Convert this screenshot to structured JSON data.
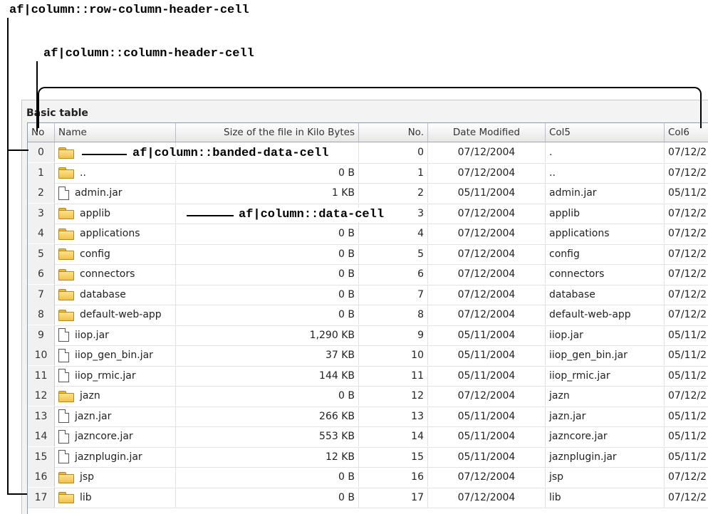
{
  "annotations": {
    "row_column_header_cell": "af|column::row-column-header-cell",
    "column_header_cell": "af|column::column-header-cell",
    "banded_data_cell": "af|column::banded-data-cell",
    "data_cell": "af|column::data-cell"
  },
  "table": {
    "title": "Basic table",
    "headers": [
      "No",
      "Name",
      "Size of the file in Kilo Bytes",
      "No.",
      "Date Modified",
      "Col5",
      "Col6"
    ],
    "rows": [
      {
        "no": "0",
        "name": "",
        "type": "folder",
        "size": "",
        "num": "0",
        "date": "07/12/2004",
        "col5": ".",
        "col6": "07/12/2"
      },
      {
        "no": "1",
        "name": "..",
        "type": "folder",
        "size": "0 B",
        "num": "1",
        "date": "07/12/2004",
        "col5": "..",
        "col6": "07/12/2"
      },
      {
        "no": "2",
        "name": "admin.jar",
        "type": "file",
        "size": "1 KB",
        "num": "2",
        "date": "05/11/2004",
        "col5": "admin.jar",
        "col6": "05/11/2"
      },
      {
        "no": "3",
        "name": "applib",
        "type": "folder",
        "size": "",
        "num": "3",
        "date": "07/12/2004",
        "col5": "applib",
        "col6": "07/12/2"
      },
      {
        "no": "4",
        "name": "applications",
        "type": "folder",
        "size": "0 B",
        "num": "4",
        "date": "07/12/2004",
        "col5": "applications",
        "col6": "07/12/2"
      },
      {
        "no": "5",
        "name": "config",
        "type": "folder",
        "size": "0 B",
        "num": "5",
        "date": "07/12/2004",
        "col5": "config",
        "col6": "07/12/2"
      },
      {
        "no": "6",
        "name": "connectors",
        "type": "folder",
        "size": "0 B",
        "num": "6",
        "date": "07/12/2004",
        "col5": "connectors",
        "col6": "07/12/2"
      },
      {
        "no": "7",
        "name": "database",
        "type": "folder",
        "size": "0 B",
        "num": "7",
        "date": "07/12/2004",
        "col5": "database",
        "col6": "07/12/2"
      },
      {
        "no": "8",
        "name": "default-web-app",
        "type": "folder",
        "size": "0 B",
        "num": "8",
        "date": "07/12/2004",
        "col5": "default-web-app",
        "col6": "07/12/2"
      },
      {
        "no": "9",
        "name": "iiop.jar",
        "type": "file",
        "size": "1,290 KB",
        "num": "9",
        "date": "05/11/2004",
        "col5": "iiop.jar",
        "col6": "05/11/2"
      },
      {
        "no": "10",
        "name": "iiop_gen_bin.jar",
        "type": "file",
        "size": "37 KB",
        "num": "10",
        "date": "05/11/2004",
        "col5": "iiop_gen_bin.jar",
        "col6": "05/11/2"
      },
      {
        "no": "11",
        "name": "iiop_rmic.jar",
        "type": "file",
        "size": "144 KB",
        "num": "11",
        "date": "05/11/2004",
        "col5": "iiop_rmic.jar",
        "col6": "05/11/2"
      },
      {
        "no": "12",
        "name": "jazn",
        "type": "folder",
        "size": "0 B",
        "num": "12",
        "date": "07/12/2004",
        "col5": "jazn",
        "col6": "07/12/2"
      },
      {
        "no": "13",
        "name": "jazn.jar",
        "type": "file",
        "size": "266 KB",
        "num": "13",
        "date": "05/11/2004",
        "col5": "jazn.jar",
        "col6": "05/11/2"
      },
      {
        "no": "14",
        "name": "jazncore.jar",
        "type": "file",
        "size": "553 KB",
        "num": "14",
        "date": "05/11/2004",
        "col5": "jazncore.jar",
        "col6": "05/11/2"
      },
      {
        "no": "15",
        "name": "jaznplugin.jar",
        "type": "file",
        "size": "12 KB",
        "num": "15",
        "date": "05/11/2004",
        "col5": "jaznplugin.jar",
        "col6": "05/11/2"
      },
      {
        "no": "16",
        "name": "jsp",
        "type": "folder",
        "size": "0 B",
        "num": "16",
        "date": "07/12/2004",
        "col5": "jsp",
        "col6": "07/12/2"
      },
      {
        "no": "17",
        "name": "lib",
        "type": "folder",
        "size": "0 B",
        "num": "17",
        "date": "07/12/2004",
        "col5": "lib",
        "col6": "07/12/2"
      }
    ]
  },
  "colors": {
    "header_border": "#9aa7b8",
    "folder": "#f0c24b",
    "row_header_bg": "#f1f1f1"
  }
}
